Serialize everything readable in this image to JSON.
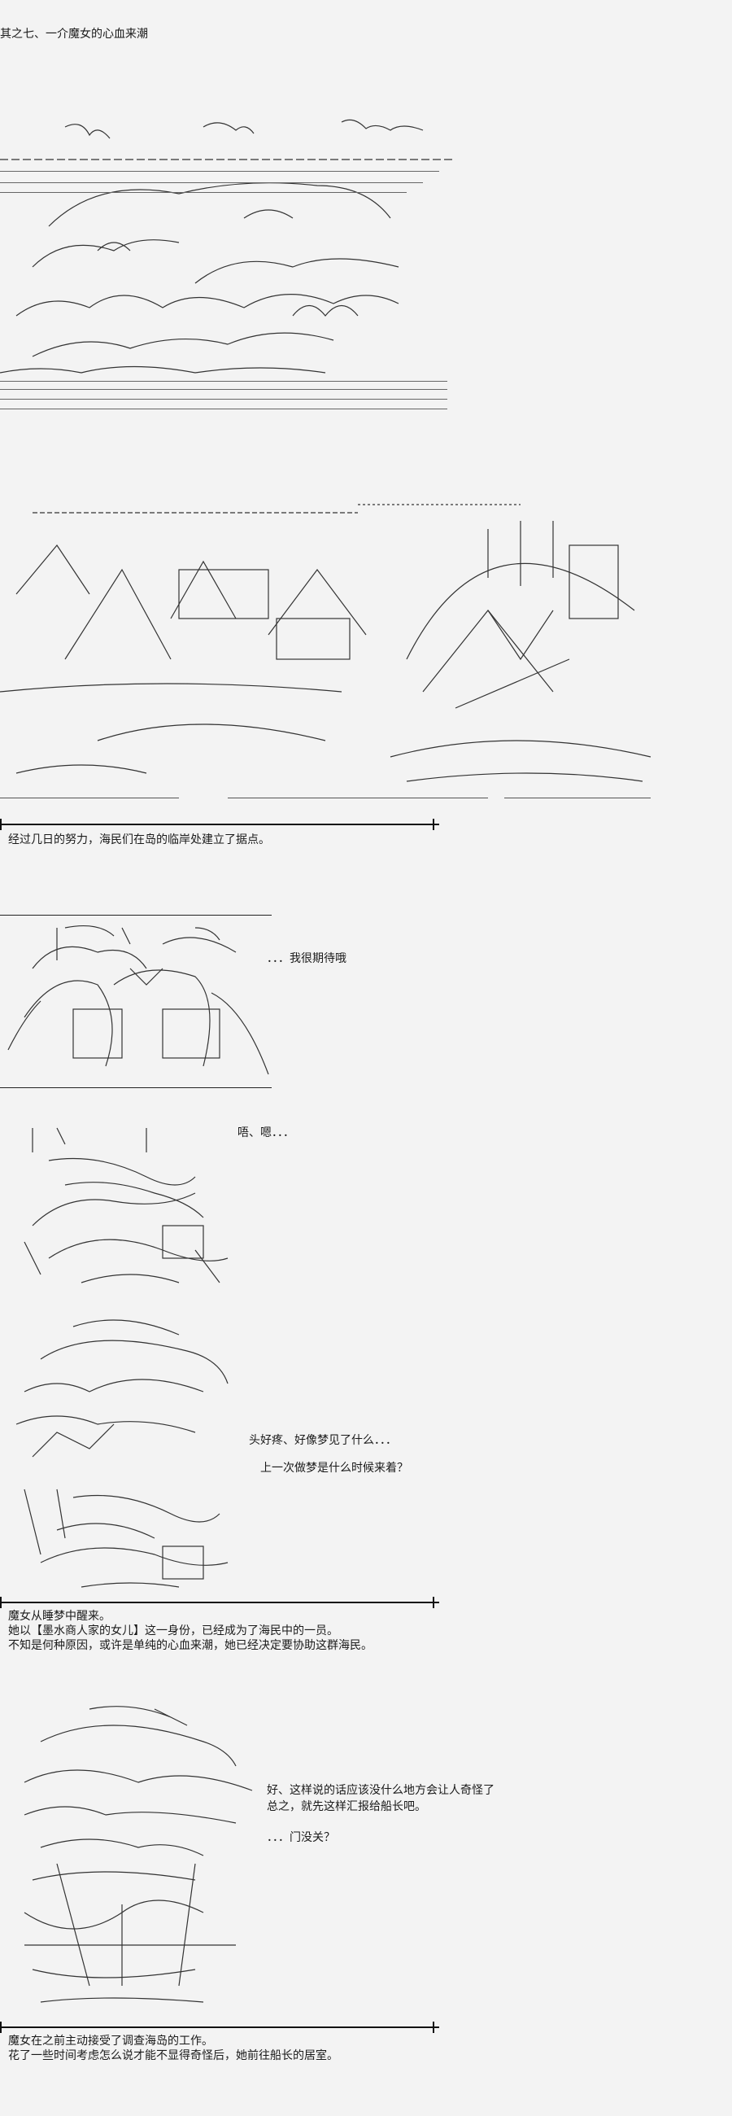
{
  "title": "其之七、一介魔女的心血来潮",
  "captions": {
    "scene1": "经过几日的努力，海民们在岛的临岸处建立了据点。",
    "scene3_line1": "魔女从睡梦中醒来。",
    "scene3_line2": "她以【墨水商人家的女儿】这一身份，已经成为了海民中的一员。",
    "scene3_line3": "不知是何种原因，或许是单纯的心血来潮，她已经决定要协助这群海民。",
    "scene4_line1": "魔女在之前主动接受了调查海岛的工作。",
    "scene4_line2": "花了一些时间考虑怎么说才能不显得奇怪后，她前往船长的居室。"
  },
  "dialogue": {
    "d1": "．．．我很期待哦",
    "d2": "唔、嗯．．．",
    "d3": "头好疼、好像梦见了什么．．．",
    "d4": "上一次做梦是什么时候来着？",
    "d5": "好、这样说的话应该没什么地方会让人奇怪了",
    "d6": "总之，就先这样汇报给船长吧。",
    "d7": "．．．门没关？"
  }
}
